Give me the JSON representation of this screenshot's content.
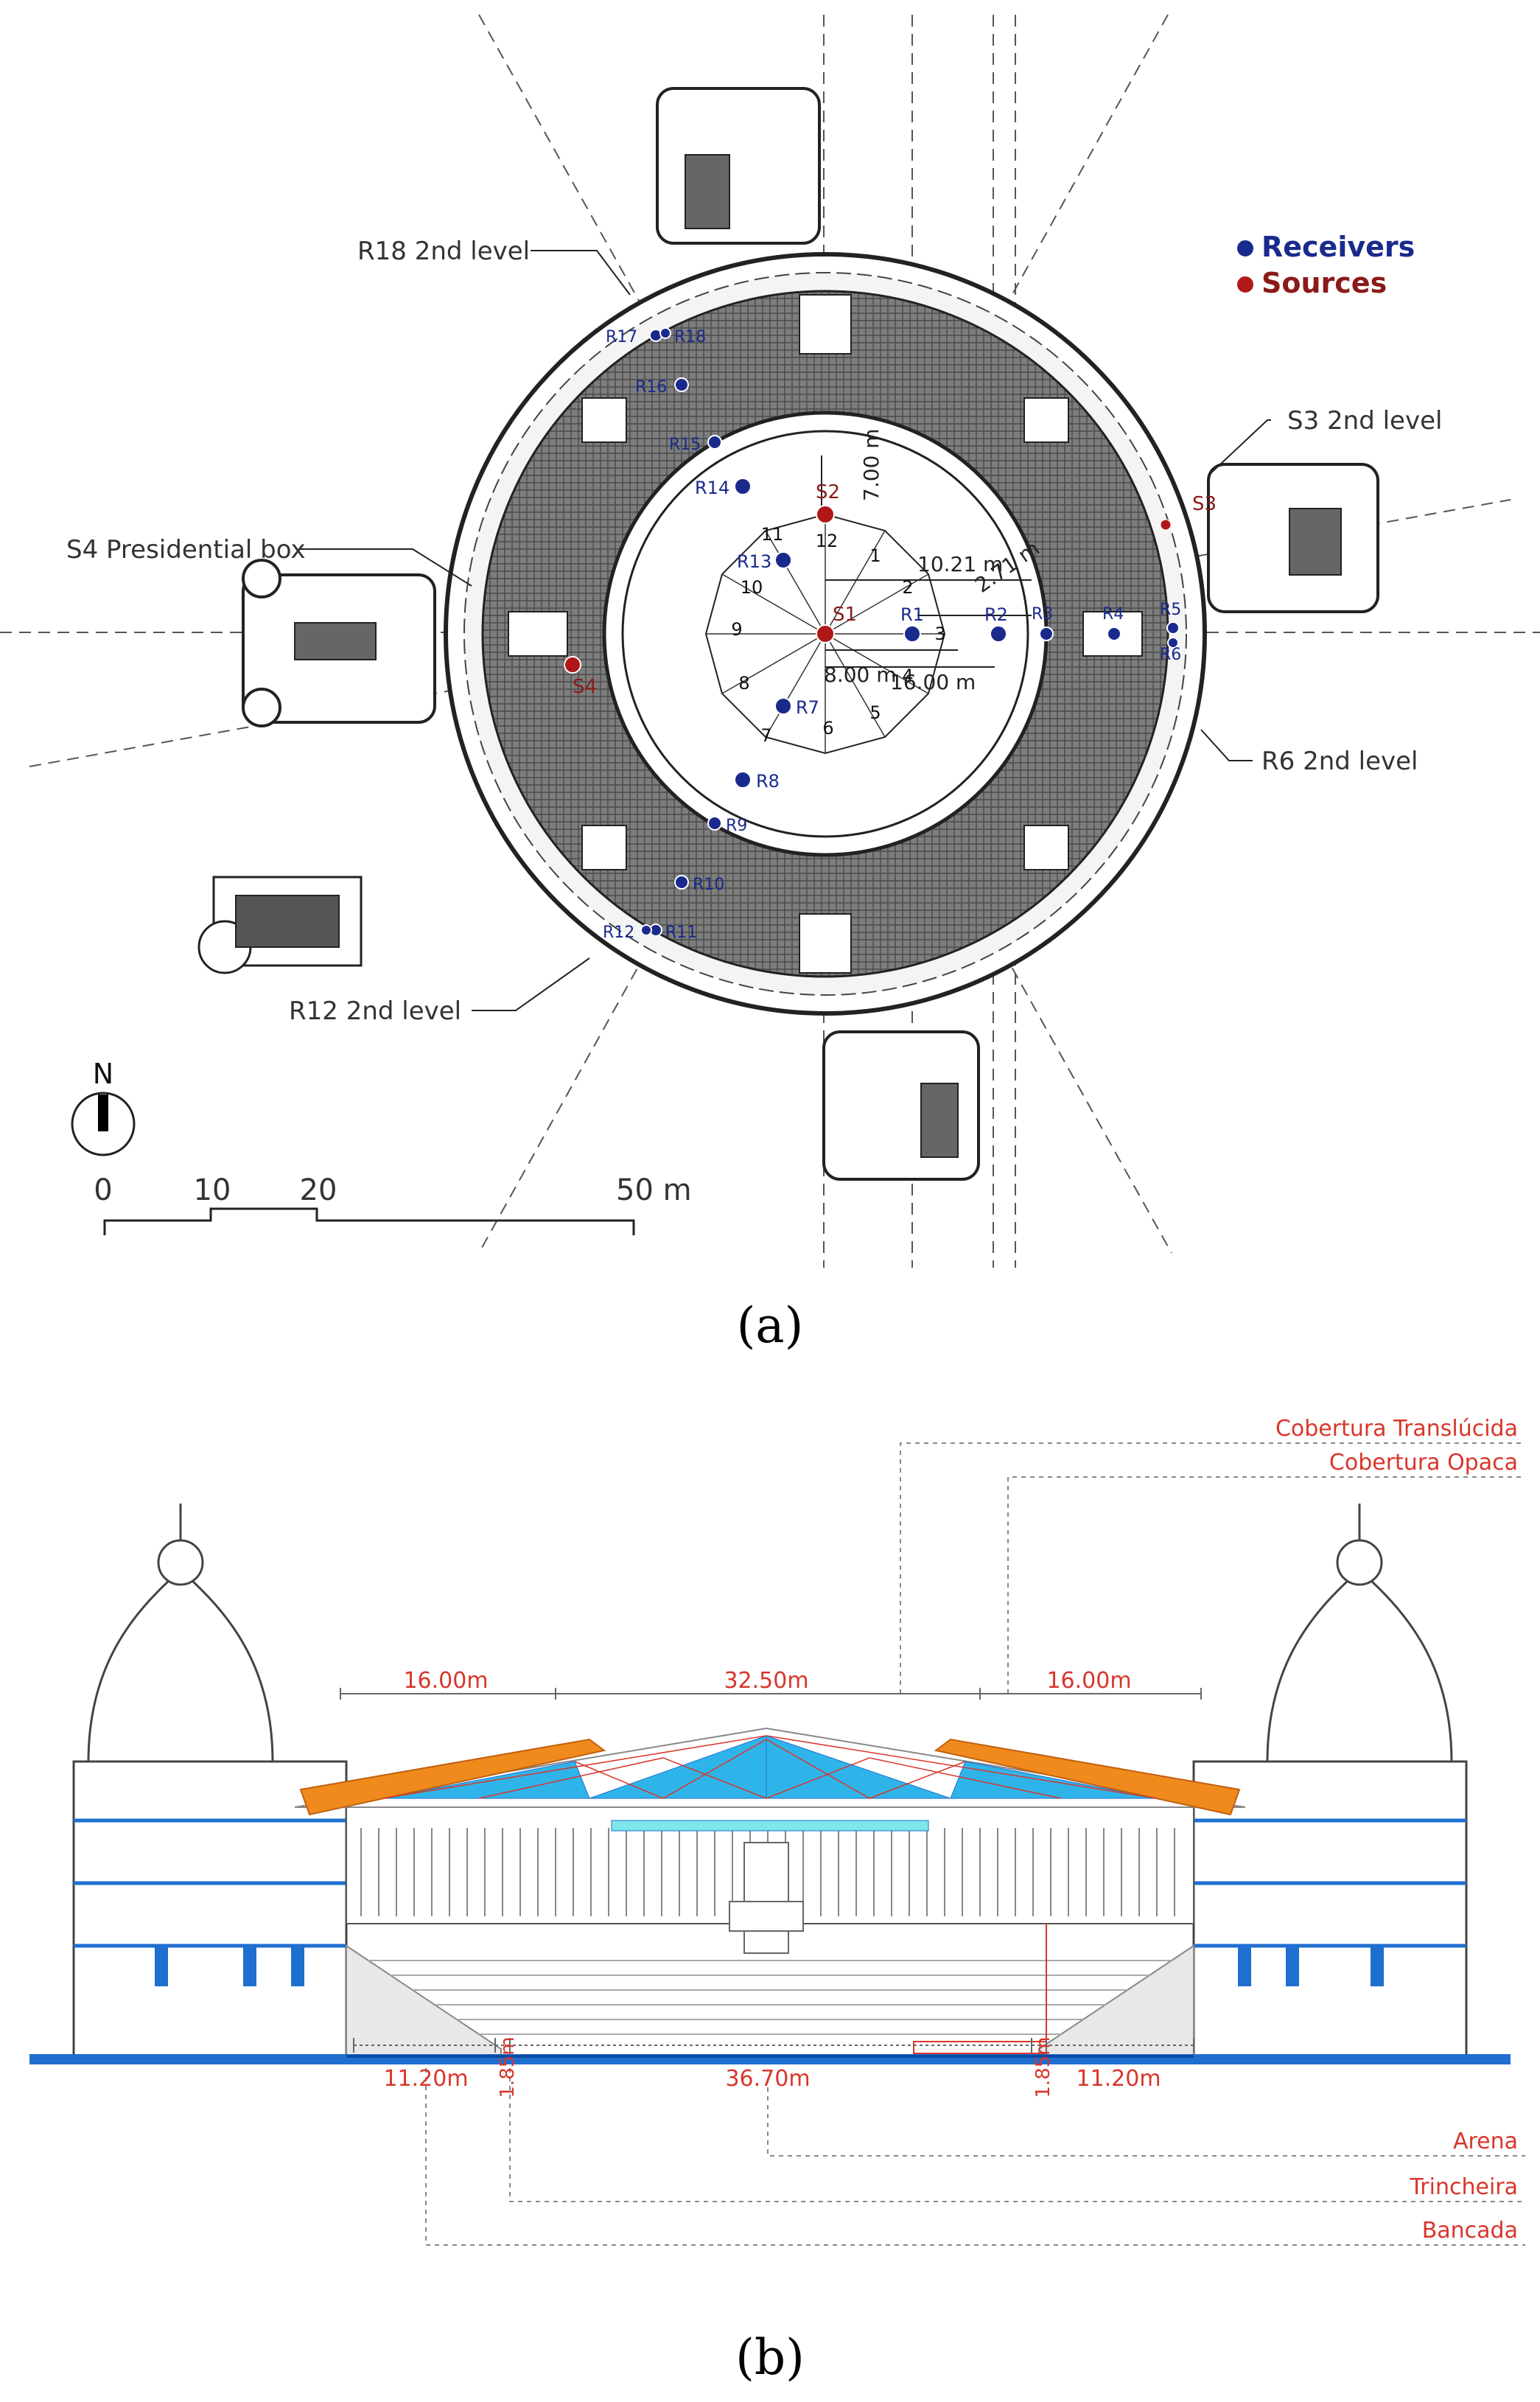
{
  "panel_a": {
    "legend": {
      "receivers": "Receivers",
      "sources": "Sources"
    },
    "callouts": {
      "r18": "R18 2nd level",
      "s3": "S3 2nd level",
      "s4": "S4 Presidential box",
      "r6": "R6 2nd level",
      "r12": "R12 2nd level"
    },
    "sources": [
      "S1",
      "S2",
      "S3",
      "S4"
    ],
    "receivers": [
      "R1",
      "R2",
      "R3",
      "R4",
      "R5",
      "R6",
      "R7",
      "R8",
      "R9",
      "R10",
      "R11",
      "R12",
      "R13",
      "R14",
      "R15",
      "R16",
      "R17",
      "R18"
    ],
    "sector_numbers": [
      "1",
      "2",
      "3",
      "4",
      "5",
      "6",
      "7",
      "8",
      "9",
      "10",
      "11",
      "12"
    ],
    "dimensions": {
      "d700": "7.00 m",
      "d1021": "10.21 m",
      "d271": "2.71 m",
      "d800": "8.00 m",
      "d1600": "16.00 m"
    },
    "north": "N",
    "scale": {
      "s0": "0",
      "s10": "10",
      "s20": "20",
      "s50": "50 m"
    },
    "caption": "(a)"
  },
  "panel_b": {
    "labels": {
      "cobertura_translucida": "Cobertura Translúcida",
      "cobertura_opaca": "Cobertura Opaca",
      "arena": "Arena",
      "trincheira": "Trincheira",
      "bancada": "Bancada"
    },
    "top_dims": {
      "left": "16.00m",
      "mid": "32.50m",
      "right": "16.00m"
    },
    "bottom_dims": {
      "left": "11.20m",
      "tl": "1.85m",
      "mid": "36.70m",
      "tr": "1.85m",
      "right": "11.20m"
    },
    "caption": "(b)"
  },
  "colors": {
    "receiver": "#1a2a8c",
    "source": "#8b1a1a",
    "roof_opaque": "#f08a1c",
    "roof_translucent": "#2fb4ea",
    "section_blue": "#1e6fd0",
    "dim_red": "#d9362b"
  }
}
